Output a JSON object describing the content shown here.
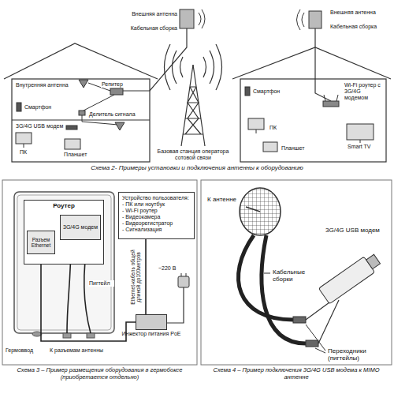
{
  "diagram": {
    "nodes": [
      {
        "text": [
          "Роутер"
        ]
      },
      {
        "text": [
          "3G/4G модем"
        ],
        "in": 0
      },
      {
        "text": [
          "Разъем Ethernet"
        ],
        "in": 0
      },
      {
        "text": [
          "Устройство пользователя:",
          "- ПК или ноутбук",
          "- Wi-Fi роутер",
          "- Видеокамера",
          "- Видеорегистратор",
          "- Сигнализация"
        ]
      },
      {
        "text": [
          "Инжектор питания PoE"
        ]
      }
    ],
    "edges": [
      {
        "from": 2,
        "to": 4,
        "arrow": "none"
      },
      {
        "from": 4,
        "to": 3,
        "arrow": "none",
        "label": "Ethernet-кабель общей длиной до100метров"
      }
    ],
    "labels": [
      "Внешняя антенна",
      "Кабельная сборка",
      "Внутренняя антенна",
      "Репитер",
      "Смартфон",
      "Делитель сигнала",
      "3G/4G USB модем",
      "ПК",
      "Планшет",
      "Базовая станция оператора сотовой связи",
      "Внешняя антенна",
      "Кабельная сборка",
      "Смартфон",
      "Wi-Fi роутер с 3G/4G модемом",
      "Планшет",
      "ПК",
      "Smart TV",
      "Схема 2- Примеры установки и подключения антенны к оборудованию",
      "Пигтейл",
      "~220 В",
      "Гермоввод",
      "К разъемам антенны",
      "Схема 3 – Пример размещения оборудования в гермобоксе (приобретается отдельно)",
      "К антенне",
      "3G/4G USB модем",
      "Кабельные сборки",
      "Переходники (пигтейлы)",
      "Схема 4 – Пример подключения 3G/4G USB модема к MIMO антенне"
    ]
  }
}
